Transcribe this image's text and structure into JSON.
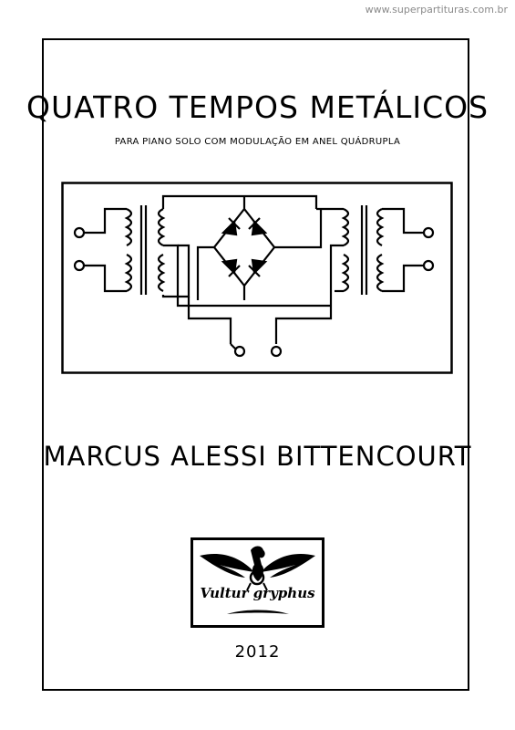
{
  "header": {
    "site_url": "www.superpartituras.com.br"
  },
  "cover": {
    "title": "QUATRO TEMPOS METÁLICOS",
    "subtitle": "PARA PIANO SOLO COM MODULAÇÃO EM ANEL QUÁDRUPLA",
    "composer": "MARCUS ALESSI BITTENCOURT",
    "publisher_logo": {
      "text": "Vultur gryphus",
      "icon": "griffin-vulture-emblem"
    },
    "year": "2012"
  },
  "colors": {
    "ink": "#000000",
    "paper": "#ffffff",
    "url_gray": "#8a8a8a"
  }
}
